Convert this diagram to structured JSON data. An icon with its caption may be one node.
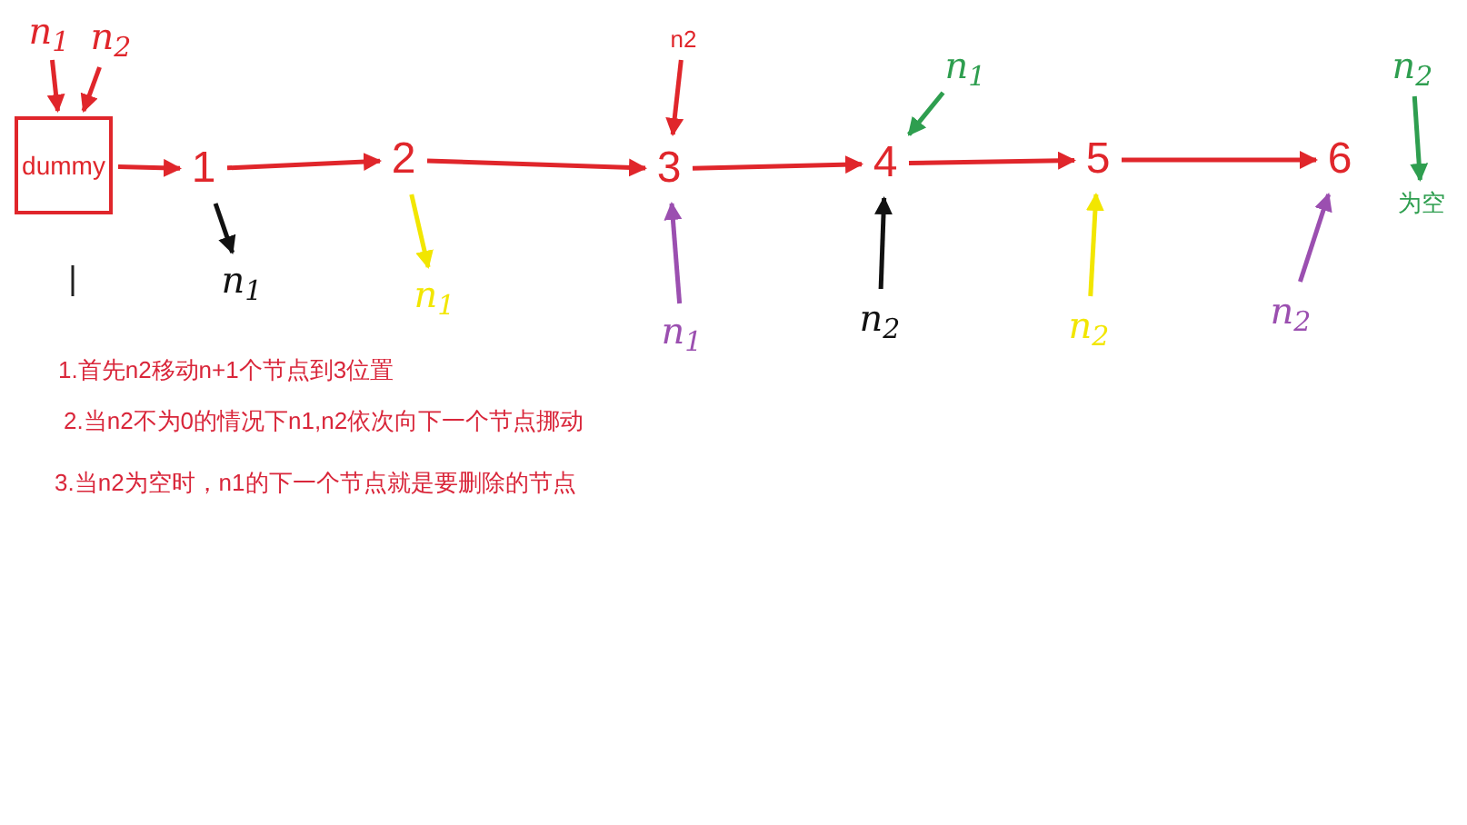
{
  "diagram": {
    "nodes": [
      {
        "text": [
          "dummy"
        ]
      },
      {
        "text": [
          "1"
        ]
      },
      {
        "text": [
          "2"
        ]
      },
      {
        "text": [
          "3"
        ]
      },
      {
        "text": [
          "4"
        ]
      },
      {
        "text": [
          "5"
        ]
      },
      {
        "text": [
          "6"
        ]
      },
      {
        "text": [
          "n$_{1}$"
        ]
      },
      {
        "text": [
          "n$_{2}$"
        ]
      },
      {
        "text": [
          "n2"
        ]
      },
      {
        "text": [
          "n$_{1}$"
        ]
      },
      {
        "text": [
          "n$_{1}$"
        ]
      },
      {
        "text": [
          "n$_{1}$"
        ]
      },
      {
        "text": [
          "n$_{1}$"
        ]
      },
      {
        "text": [
          "n$_{2}$"
        ]
      },
      {
        "text": [
          "n$_{2}$"
        ]
      },
      {
        "text": [
          "n$_{2}$"
        ]
      },
      {
        "text": [
          "n$_{2}$"
        ]
      },
      {
        "text": [
          "为空"
        ]
      }
    ],
    "edges": [
      {
        "from": 0,
        "to": 1,
        "arrow": "to"
      },
      {
        "from": 1,
        "to": 2,
        "arrow": "to"
      },
      {
        "from": 2,
        "to": 3,
        "arrow": "to"
      },
      {
        "from": 3,
        "to": 4,
        "arrow": "to"
      },
      {
        "from": 4,
        "to": 5,
        "arrow": "to"
      },
      {
        "from": 5,
        "to": 6,
        "arrow": "to"
      },
      {
        "from": 7,
        "to": 0,
        "arrow": "to"
      },
      {
        "from": 8,
        "to": 0,
        "arrow": "to"
      },
      {
        "from": 9,
        "to": 3,
        "arrow": "to"
      },
      {
        "from": 1,
        "to": 10,
        "arrow": "to",
        "color": "#111111"
      },
      {
        "from": 2,
        "to": 11,
        "arrow": "to",
        "color": "#f2e600"
      },
      {
        "from": 12,
        "to": 3,
        "arrow": "to",
        "color": "#9b4fb0"
      },
      {
        "from": 13,
        "to": 4,
        "arrow": "to",
        "color": "#2e9e4f"
      },
      {
        "from": 14,
        "to": 4,
        "arrow": "to",
        "color": "#111111"
      },
      {
        "from": 15,
        "to": 5,
        "arrow": "to",
        "color": "#f2e600"
      },
      {
        "from": 16,
        "to": 6,
        "arrow": "to",
        "color": "#9b4fb0"
      },
      {
        "from": 17,
        "to": 18,
        "arrow": "to",
        "color": "#2e9e4f"
      }
    ],
    "labels": [
      "1.首先n2移动n+1个节点到3位置",
      "2.当n2不为0的情况下n1,n2依次向下一个节点挪动",
      "3.当n2为空时，n1的下一个节点就是要删除的节点"
    ]
  }
}
